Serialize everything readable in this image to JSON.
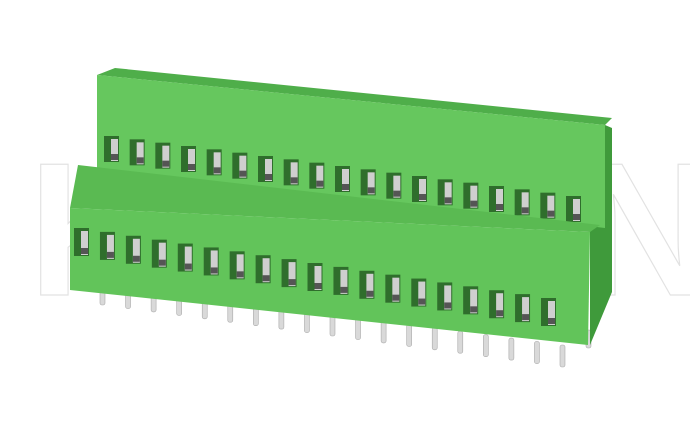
{
  "image": {
    "subject": "terminal-block",
    "watermark": "KAIFENG",
    "positions_per_row": 19,
    "rows": 2,
    "colors": {
      "body": "#5cbf55",
      "body_light": "#6ccb64",
      "body_shadow": "#3f9a3b",
      "slot": "#2f6e2c",
      "pin": "#d9d9d9"
    }
  }
}
